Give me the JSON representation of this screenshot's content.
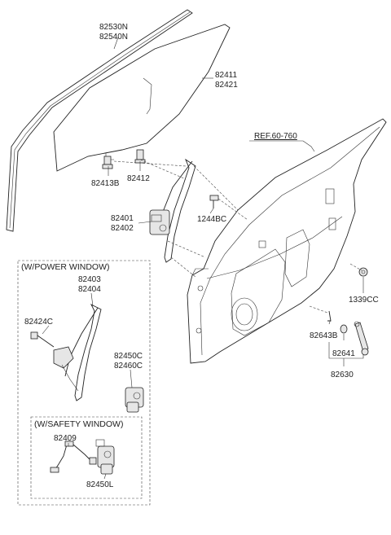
{
  "labels": {
    "p82530n": "82530N",
    "p82540n": "82540N",
    "p82411": "82411",
    "p82421": "82421",
    "p82413b": "82413B",
    "p82412": "82412",
    "ref": "REF.60-760",
    "p82401": "82401",
    "p82402": "82402",
    "p1244bc": "1244BC",
    "p1339cc": "1339CC",
    "p82643b": "82643B",
    "p82641": "82641",
    "p82630": "82630",
    "p82403": "82403",
    "p82404": "82404",
    "p82424c": "82424C",
    "p82450c": "82450C",
    "p82460c": "82460C",
    "p82409": "82409",
    "p82450l": "82450L"
  },
  "boxes": {
    "power_window": "(W/POWER WINDOW)",
    "safety_window": "(W/SAFETY WINDOW)"
  }
}
